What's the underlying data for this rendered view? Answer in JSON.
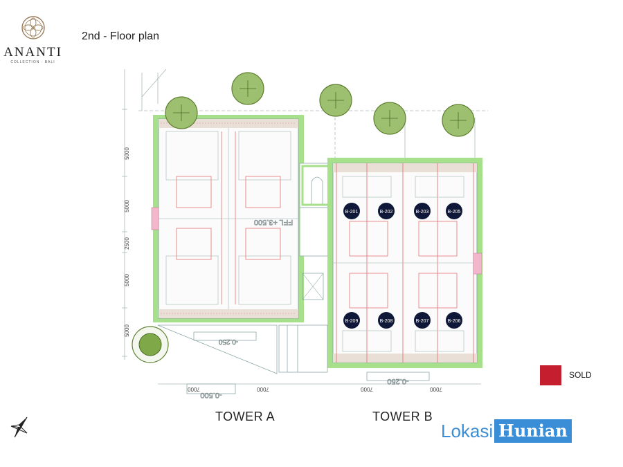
{
  "brand": {
    "name": "ANANTI",
    "sub": "COLLECTION · BALI"
  },
  "title": "2nd - Floor plan",
  "towers": {
    "a": "TOWER A",
    "b": "TOWER B"
  },
  "legend": {
    "label": "SOLD",
    "color": "#c41e2f"
  },
  "units_top": [
    "B-201",
    "B-202",
    "B-203",
    "B-205"
  ],
  "units_bottom": [
    "B-209",
    "B-208",
    "B-207",
    "B-206"
  ],
  "dims_vertical": [
    "5000",
    "5000",
    "2500",
    "5000",
    "5000"
  ],
  "dims_horizontal": [
    "7000",
    "7000",
    "7000",
    "7000"
  ],
  "levels": {
    "upper": "FFL +3.500",
    "a_front": "-0.500",
    "a_side": "-0.250",
    "b_front": "-0.250"
  },
  "watermark": {
    "part1": "Lokasi",
    "part2": "Hunian"
  },
  "colors": {
    "unit_circle": "#0f1838",
    "green_border": "#a6e08a",
    "plan_line": "#8fa8a8",
    "red_line": "#e87a7a",
    "tree": "#7fa848"
  }
}
